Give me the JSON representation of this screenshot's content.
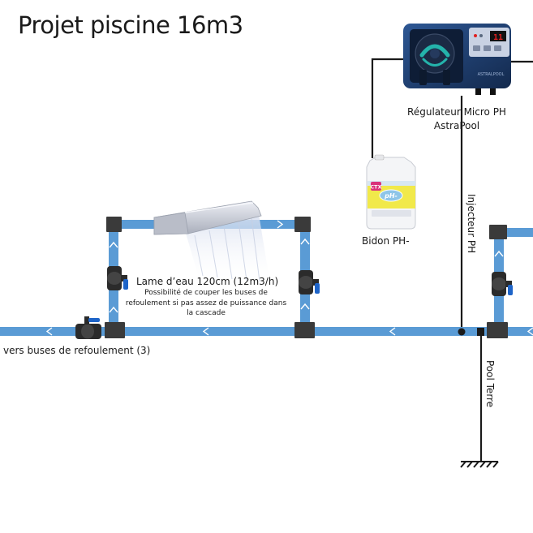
{
  "title": "Projet piscine 16m3",
  "regulator": {
    "label": "Régulateur Micro PH AstraPool",
    "display": "11",
    "brand": "ASTRALPOOL"
  },
  "container": {
    "label": "Bidon PH-",
    "logo": "CTX",
    "product": "pH-"
  },
  "waterfall": {
    "label": "Lame d’eau 120cm (12m3/h)",
    "note": "Possibilité de couper les buses de refoulement si pas assez de puissance dans la cascade"
  },
  "outlet_label": "vers buses de refoulement (3)",
  "injector_label": "Injecteur PH",
  "ground_label": "Pool Terre",
  "colors": {
    "pipe": "#5a9bd5",
    "pipe_dark": "#3e7fb8",
    "fitting": "#3a3a3a",
    "valve_body": "#2b2b2b",
    "valve_handle": "#1e64c8",
    "wire": "#1a1a1a",
    "regulator_body": "#1f3e6e",
    "display_red": "#e02020"
  },
  "icons": [
    "ball-valve-icon",
    "flow-arrow-icon",
    "ground-symbol-icon",
    "peristaltic-pump-icon",
    "chemical-container-icon",
    "waterfall-blade-icon"
  ]
}
